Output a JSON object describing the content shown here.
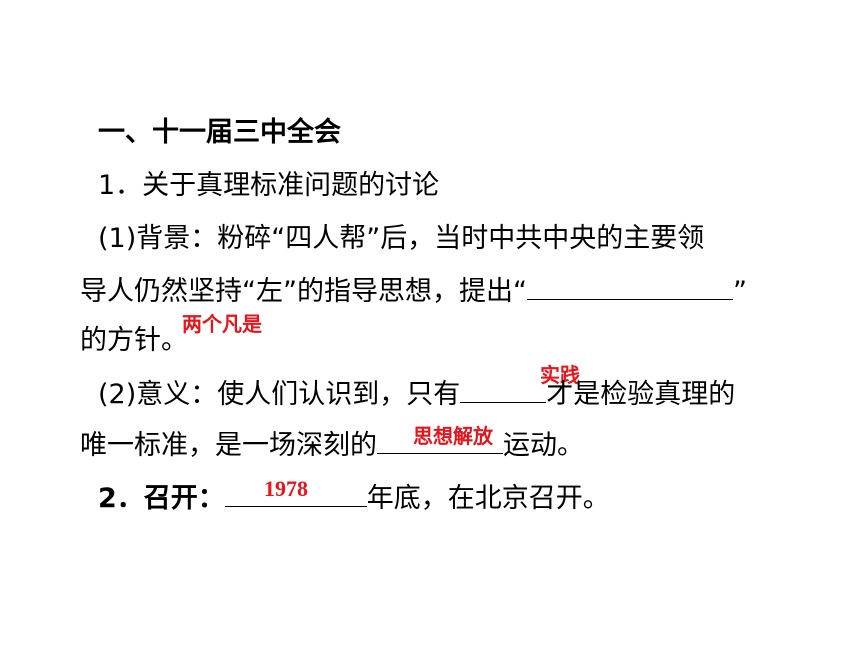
{
  "heading": "一、十一届三中全会",
  "item1": {
    "title": "1．关于真理标准问题的讨论",
    "background": {
      "line1": "(1)背景：粉碎“四人帮”后，当时中共中央的主要领",
      "line2_before": "导人仍然坚持“左”的指导思想，提出“",
      "line2_after": "”",
      "line3": "的方针。",
      "answer": "两个凡是"
    },
    "significance": {
      "line1_before": "(2)意义：使人们认识到，只有",
      "line1_after": "才是检验真理的",
      "line2_before": "唯一标准，是一场深刻的",
      "line2_after": "运动。",
      "answer1": "实践",
      "answer2": "思想解放"
    }
  },
  "item2": {
    "label": "2．召开：",
    "after": "年底，在北京召开。",
    "answer": "1978"
  },
  "colors": {
    "text": "#000000",
    "answer": "#e8141b"
  }
}
